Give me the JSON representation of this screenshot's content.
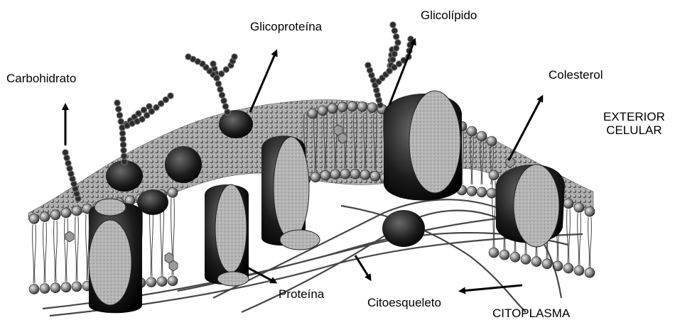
{
  "labels": {
    "carbohidrato": "Carbohidrato",
    "glicoproteina": "Glicoproteína",
    "glicolipido": "Glicolípido",
    "colesterol": "Colesterol",
    "exterior_line1": "EXTERIOR",
    "exterior_line2": "CELULAR",
    "proteina": "Proteína",
    "citoesqueleto": "Citoesqueleto",
    "citoplasma": "CITOPLASMA"
  },
  "colors": {
    "ink": "#000000",
    "lipid_head": "#8a8a8a",
    "lipid_head_dark": "#3a3a3a",
    "protein_dark": "#1a1a1a",
    "protein_light": "#a8a8a8",
    "background": "#ffffff"
  }
}
